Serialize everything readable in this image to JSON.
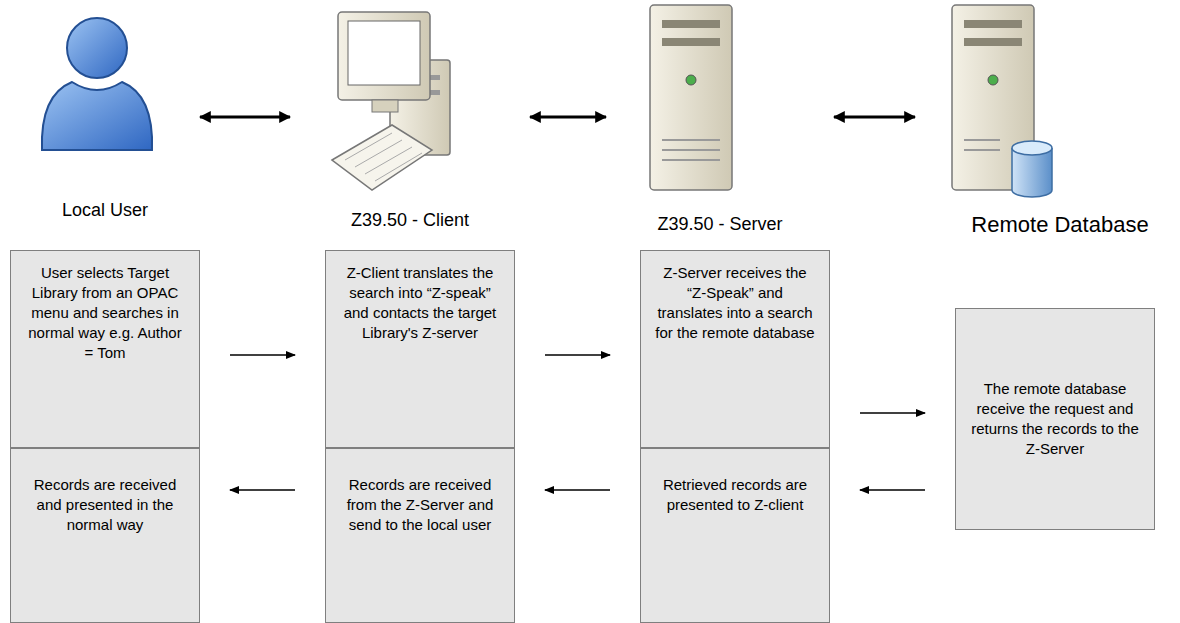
{
  "diagram": {
    "nodes": [
      {
        "text": [
          "Local User"
        ]
      },
      {
        "text": [
          "Z39.50 - Client"
        ]
      },
      {
        "text": [
          "Z39.50 - Server"
        ]
      },
      {
        "text": [
          "Remote Database"
        ]
      },
      {
        "text": [
          "User selects Target Library from an OPAC menu and searches in normal way e.g. Author = Tom"
        ]
      },
      {
        "text": [
          "Z-Client translates the search into “Z-speak” and contacts the target Library's Z-server"
        ]
      },
      {
        "text": [
          "Z-Server receives the “Z-Speak” and translates into a search for the remote database"
        ]
      },
      {
        "text": [
          "The remote database receive the request and returns the records to the Z-Server"
        ]
      },
      {
        "text": [
          "Records are received and presented in the normal way"
        ]
      },
      {
        "text": [
          "Records are received from the Z-Server and send to the local user"
        ]
      },
      {
        "text": [
          "Retrieved records are presented to Z-client"
        ]
      }
    ],
    "edges": [
      {
        "from": 0,
        "to": 1,
        "arrow": "both"
      },
      {
        "from": 1,
        "to": 2,
        "arrow": "both"
      },
      {
        "from": 2,
        "to": 3,
        "arrow": "both"
      },
      {
        "from": 4,
        "to": 5,
        "arrow": "to"
      },
      {
        "from": 5,
        "to": 6,
        "arrow": "to"
      },
      {
        "from": 6,
        "to": 7,
        "arrow": "to"
      },
      {
        "from": 7,
        "to": 10,
        "arrow": "to"
      },
      {
        "from": 10,
        "to": 9,
        "arrow": "to"
      },
      {
        "from": 9,
        "to": 8,
        "arrow": "to"
      }
    ]
  }
}
